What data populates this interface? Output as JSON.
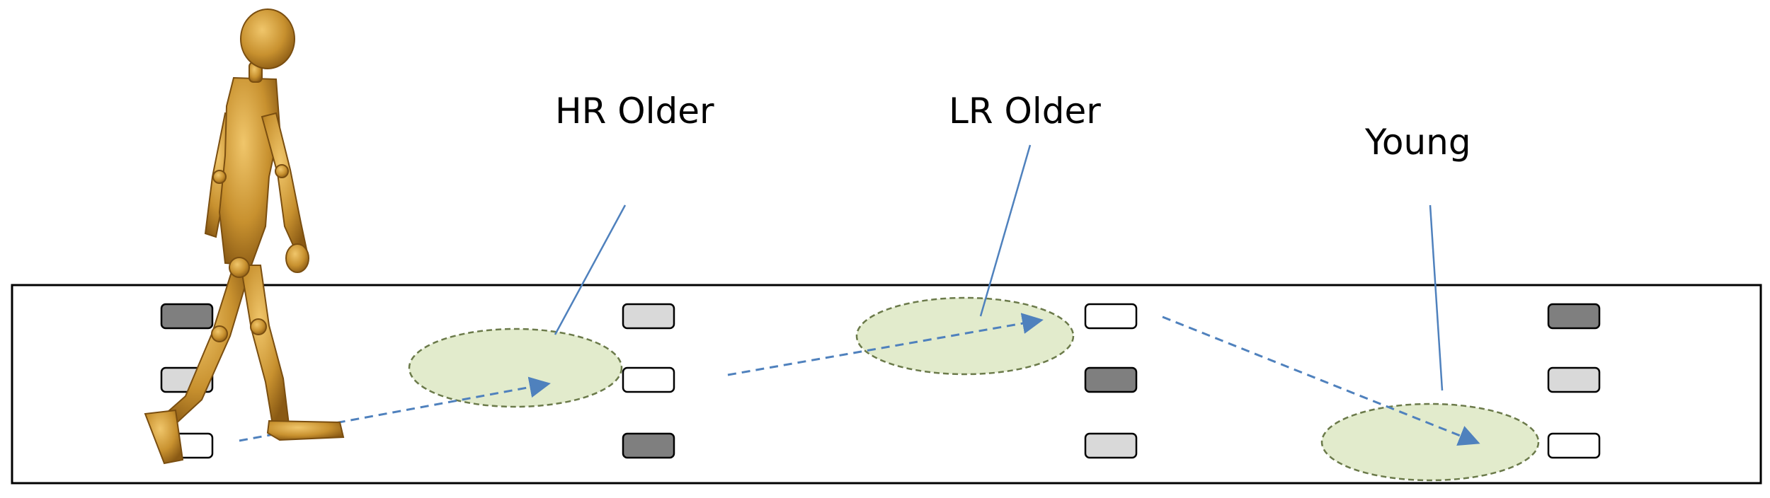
{
  "labels": {
    "hr_older": "HR Older",
    "lr_older": "LR Older",
    "young": "Young"
  },
  "colors": {
    "walkway_border": "#000000",
    "target_dark": "#7f7f7f",
    "target_light": "#d9d9d9",
    "target_white": "#ffffff",
    "zone_fill": "#e2ebcc",
    "zone_border": "#6b7a4a",
    "arrow": "#4f81bd",
    "leader_line": "#4f81bd",
    "figure": "#c8912f"
  },
  "icons": {
    "walker": "wooden-mannequin-walking-figure"
  }
}
